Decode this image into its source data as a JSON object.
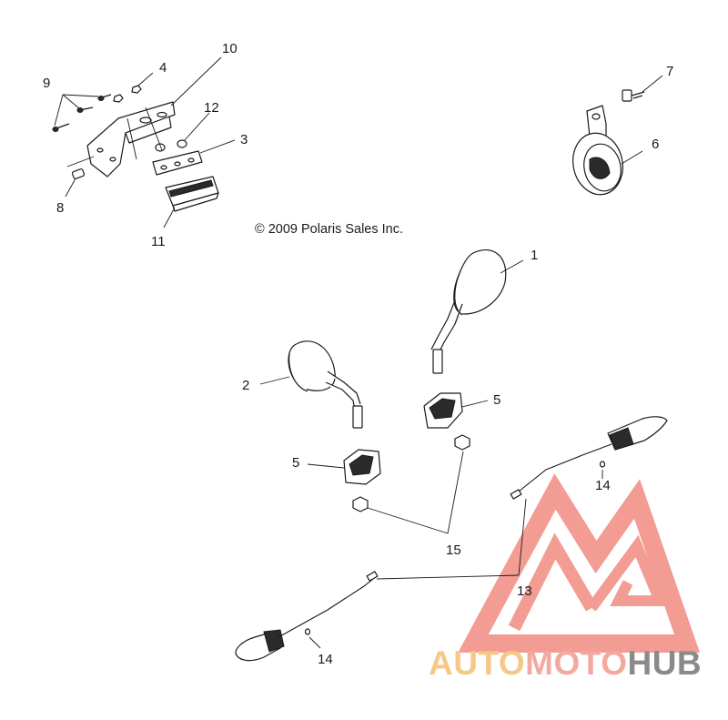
{
  "copyright": "© 2009 Polaris Sales Inc.",
  "callouts": {
    "c1": "1",
    "c2": "2",
    "c3": "3",
    "c4": "4",
    "c5a": "5",
    "c5b": "5",
    "c6": "6",
    "c7": "7",
    "c8": "8",
    "c9": "9",
    "c10": "10",
    "c11": "11",
    "c12": "12",
    "c13": "13",
    "c14a": "14",
    "c14b": "14",
    "c15": "15"
  },
  "watermark": {
    "part1": "AUTO",
    "part2": "MOTO",
    "part3": "HUB",
    "color_auto": "#f5c888",
    "color_moto": "#f4a9a0",
    "color_hub": "#8a8a8a",
    "logo_color": "#f08b82"
  }
}
